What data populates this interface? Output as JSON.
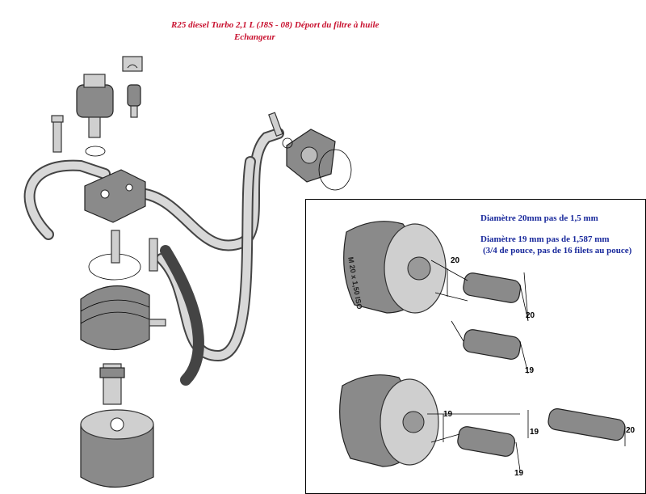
{
  "header": {
    "title_line1": "R25  diesel Turbo  2,1 L   (J8S - 08)    Déport du filtre à huile",
    "title_line2": "Echangeur"
  },
  "inset": {
    "note_20": "Diamètre 20mm pas de 1,5 mm",
    "note_19": "Diamètre 19 mm pas de 1,587 mm",
    "note_19_detail": "(3/4 de pouce, pas de 16 filets au pouce)",
    "filter_marking": "M 20 x 1,50 ISO",
    "dimensions": [
      "20",
      "20",
      "19",
      "19",
      "19",
      "20",
      "19"
    ]
  },
  "colors": {
    "title": "#c8102e",
    "notes": "#1a2a9c"
  }
}
